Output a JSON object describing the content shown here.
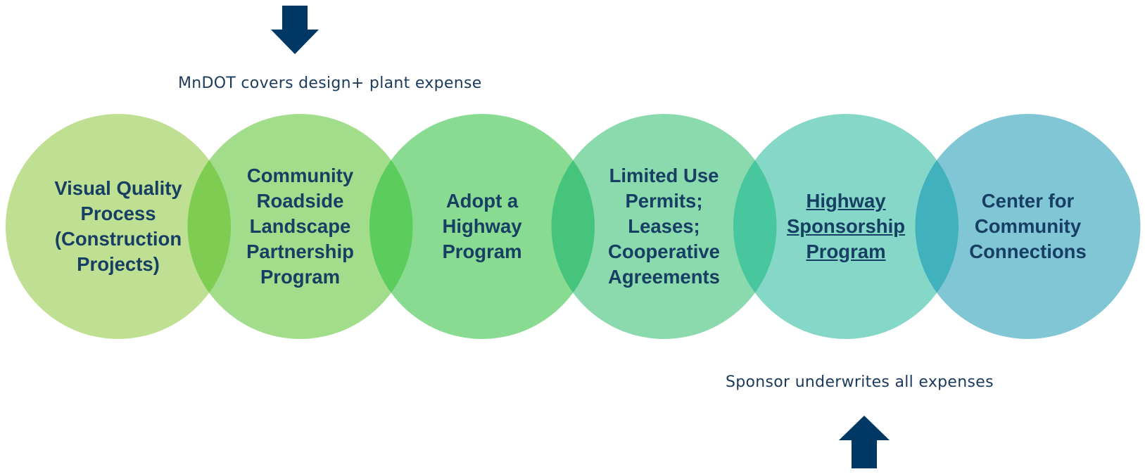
{
  "captions": {
    "top": "MnDOT covers design+ plant expense",
    "bottom": "Sponsor underwrites all expenses"
  },
  "colors": {
    "arrow": "#003865",
    "text": "#173e63",
    "circles": [
      "#bfe092",
      "#a2dd8c",
      "#8adb92",
      "#8adaae",
      "#85d8c7",
      "#80c6d4"
    ],
    "overlaps": [
      "#7fcc52",
      "#5ccc5c",
      "#46c47c",
      "#48c69e",
      "#40b1bd"
    ]
  },
  "circles": [
    {
      "lines": [
        "Visual Quality",
        "Process",
        "(Construction",
        "Projects)"
      ],
      "link": false
    },
    {
      "lines": [
        "Community",
        "Roadside",
        "Landscape",
        "Partnership",
        "Program"
      ],
      "link": false
    },
    {
      "lines": [
        "Adopt a",
        "Highway",
        "Program"
      ],
      "link": false
    },
    {
      "lines": [
        "Limited Use",
        "Permits;",
        "Leases;",
        "Cooperative",
        "Agreements"
      ],
      "link": false
    },
    {
      "lines": [
        "Highway",
        "Sponsorship",
        "Program"
      ],
      "link": true
    },
    {
      "lines": [
        "Center for",
        "Community",
        "Connections"
      ],
      "link": false
    }
  ],
  "arrows": [
    {
      "direction": "down",
      "icon": "arrow-down-icon"
    },
    {
      "direction": "up",
      "icon": "arrow-up-icon"
    }
  ]
}
